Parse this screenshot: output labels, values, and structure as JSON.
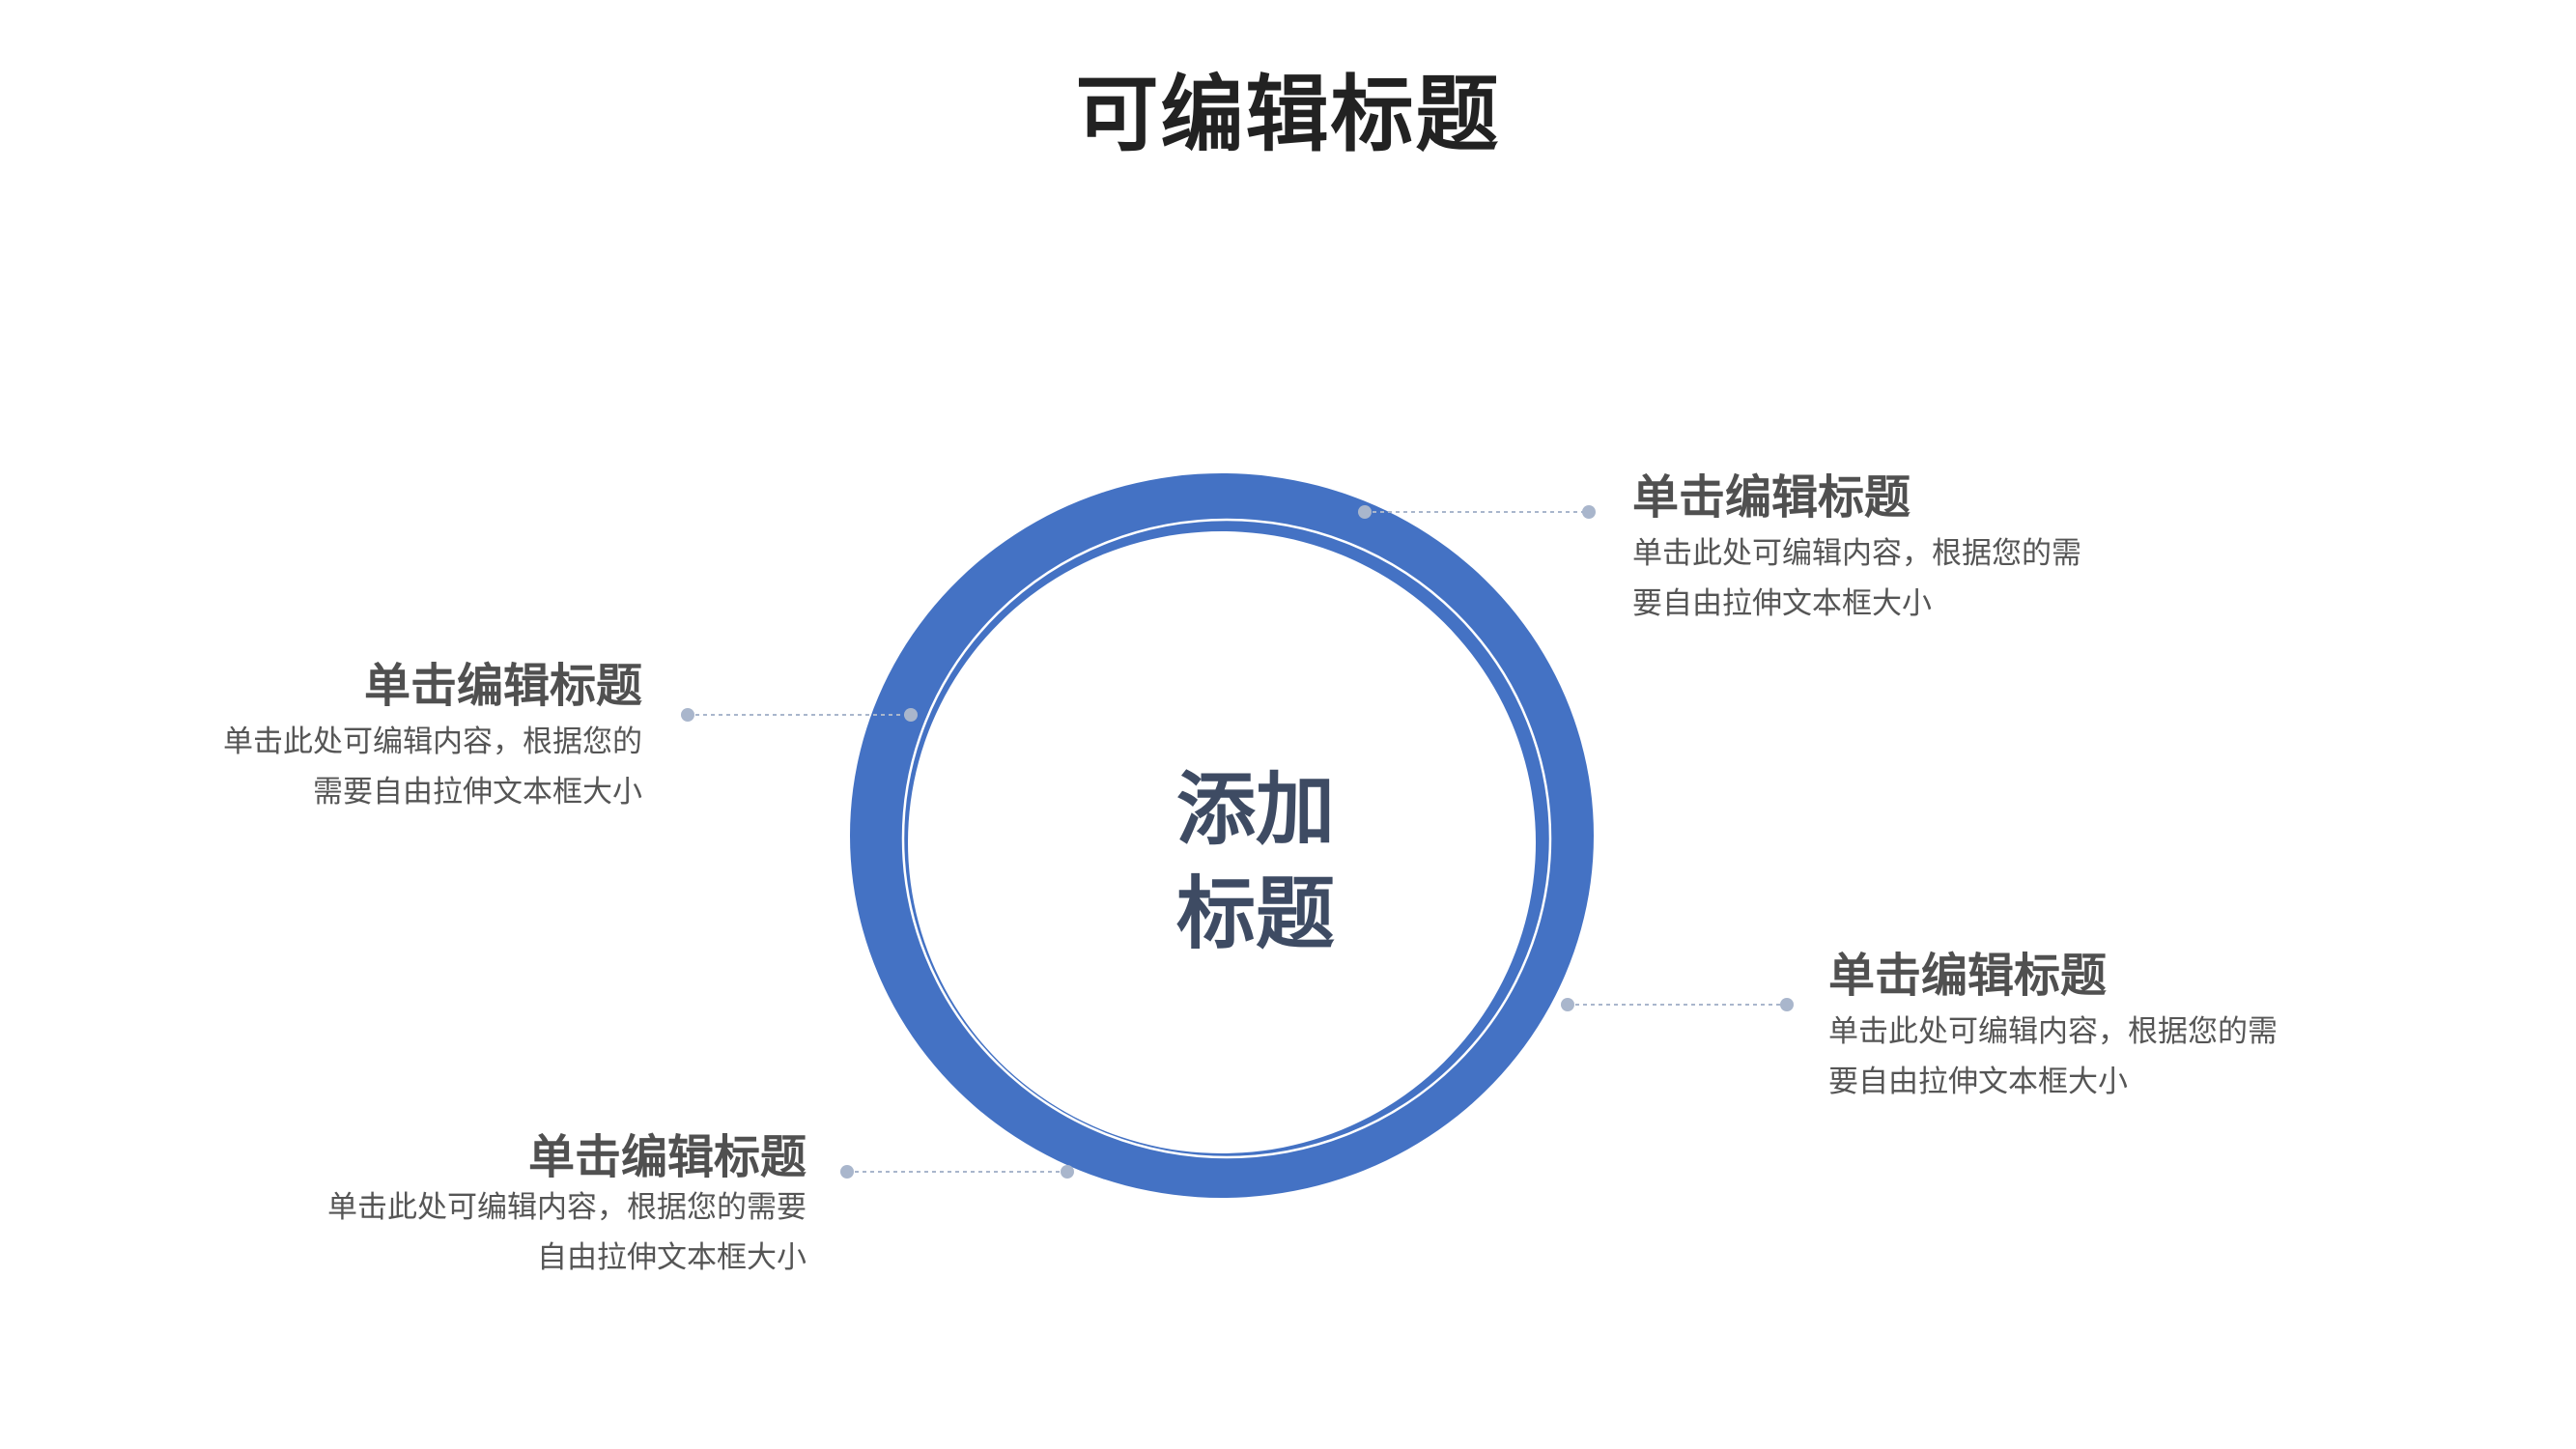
{
  "title": "可编辑标题",
  "center": {
    "line1": "添加",
    "line2": "标题"
  },
  "colors": {
    "ring": "#4472c4",
    "connector": "#a9b6cc",
    "heading": "#505050",
    "body": "#555555"
  },
  "items": [
    {
      "heading": "单击编辑标题",
      "line1": "单击此处可编辑内容，根据您的需",
      "line2": "要自由拉伸文本框大小"
    },
    {
      "heading": "单击编辑标题",
      "line1": "单击此处可编辑内容，根据您的",
      "line2": "需要自由拉伸文本框大小"
    },
    {
      "heading": "单击编辑标题",
      "line1": "单击此处可编辑内容，根据您的需",
      "line2": "要自由拉伸文本框大小"
    },
    {
      "heading": "单击编辑标题",
      "line1": "单击此处可编辑内容，根据您的需要",
      "line2": "自由拉伸文本框大小"
    }
  ]
}
